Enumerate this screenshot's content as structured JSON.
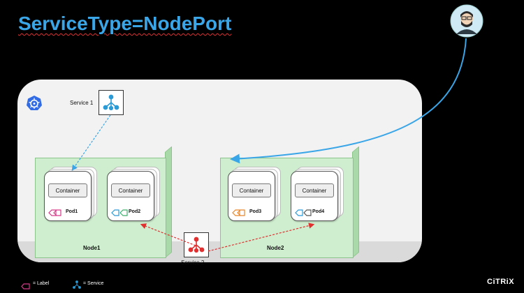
{
  "title": "ServiceType=NodePort",
  "service1_label": "Service 1",
  "service2_label": "Service 2",
  "nodes": [
    {
      "label": "Node1"
    },
    {
      "label": "Node2"
    }
  ],
  "pods": [
    {
      "label": "Pod1",
      "container": "Container",
      "tag_color": "#d63a8a"
    },
    {
      "label": "Pod2",
      "container": "Container",
      "tag_color": "#2a9bd6"
    },
    {
      "label": "Pod3",
      "container": "Container",
      "tag_color": "#e8862a"
    },
    {
      "label": "Pod4",
      "container": "Container",
      "tag_color": "#2a9bd6"
    }
  ],
  "legend": {
    "label_text": "= Label",
    "service_text": "= Service"
  },
  "logo": "CiTRiX",
  "colors": {
    "title": "#3aa6e8",
    "service1_link": "#3aa6e8",
    "service2_link": "#e03030",
    "user_link": "#3aa6e8"
  }
}
